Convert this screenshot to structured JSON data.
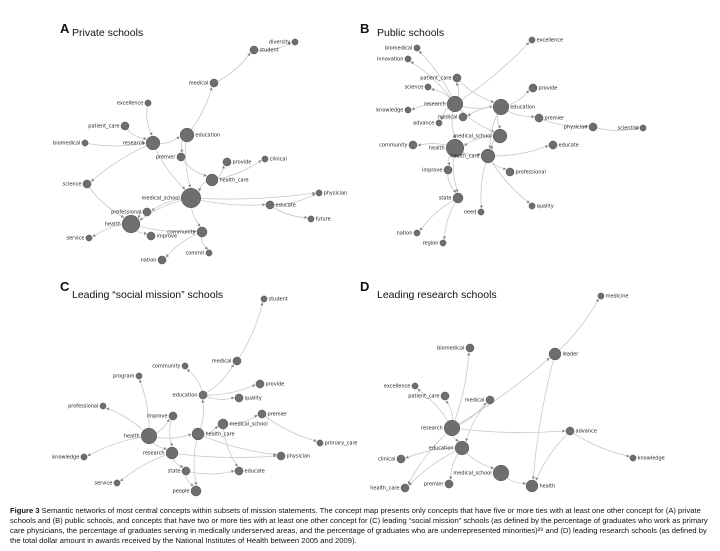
{
  "panels": [
    {
      "letter": "A",
      "title": "Private schools",
      "nodes": [
        {
          "label": "diversity",
          "size": 2
        },
        {
          "label": "student",
          "size": 3
        },
        {
          "label": "medical",
          "size": 3
        },
        {
          "label": "excellence",
          "size": 2
        },
        {
          "label": "patient_care",
          "size": 3
        },
        {
          "label": "research",
          "size": 6
        },
        {
          "label": "education",
          "size": 6
        },
        {
          "label": "biomedical",
          "size": 2
        },
        {
          "label": "premier",
          "size": 3
        },
        {
          "label": "provide",
          "size": 3
        },
        {
          "label": "clinical",
          "size": 2
        },
        {
          "label": "health_care",
          "size": 5
        },
        {
          "label": "science",
          "size": 3
        },
        {
          "label": "medical_school",
          "size": 9
        },
        {
          "label": "physician",
          "size": 2
        },
        {
          "label": "educate",
          "size": 3
        },
        {
          "label": "future",
          "size": 2
        },
        {
          "label": "professional",
          "size": 3
        },
        {
          "label": "health",
          "size": 8
        },
        {
          "label": "improve",
          "size": 3
        },
        {
          "label": "community",
          "size": 4
        },
        {
          "label": "service",
          "size": 2
        },
        {
          "label": "nation",
          "size": 3
        },
        {
          "label": "commit",
          "size": 2
        }
      ],
      "edges": [
        [
          "student",
          "diversity"
        ],
        [
          "medical",
          "student"
        ],
        [
          "education",
          "medical"
        ],
        [
          "excellence",
          "research"
        ],
        [
          "patient_care",
          "research"
        ],
        [
          "biomedical",
          "research"
        ],
        [
          "research",
          "education"
        ],
        [
          "education",
          "premier"
        ],
        [
          "premier",
          "health_care"
        ],
        [
          "health_care",
          "provide"
        ],
        [
          "health_care",
          "clinical"
        ],
        [
          "health_care",
          "medical_school"
        ],
        [
          "research",
          "medical_school"
        ],
        [
          "education",
          "medical_school"
        ],
        [
          "science",
          "health"
        ],
        [
          "research",
          "science"
        ],
        [
          "medical_school",
          "health"
        ],
        [
          "medical_school",
          "professional"
        ],
        [
          "medical_school",
          "educate"
        ],
        [
          "educate",
          "physician"
        ],
        [
          "educate",
          "future"
        ],
        [
          "medical_school",
          "community"
        ],
        [
          "health",
          "improve"
        ],
        [
          "health",
          "service"
        ],
        [
          "community",
          "nation"
        ],
        [
          "community",
          "commit"
        ],
        [
          "health",
          "community"
        ],
        [
          "professional",
          "health"
        ],
        [
          "medical_school",
          "physician"
        ]
      ]
    },
    {
      "letter": "B",
      "title": "Public schools",
      "nodes": [
        {
          "label": "excellence",
          "size": 2
        },
        {
          "label": "biomedical",
          "size": 2
        },
        {
          "label": "innovation",
          "size": 2
        },
        {
          "label": "science",
          "size": 2
        },
        {
          "label": "patient_care",
          "size": 3
        },
        {
          "label": "research",
          "size": 7
        },
        {
          "label": "education",
          "size": 7
        },
        {
          "label": "provide",
          "size": 3
        },
        {
          "label": "knowledge",
          "size": 2
        },
        {
          "label": "advance",
          "size": 2
        },
        {
          "label": "medical",
          "size": 3
        },
        {
          "label": "premier",
          "size": 3
        },
        {
          "label": "physician",
          "size": 3
        },
        {
          "label": "scientist",
          "size": 2
        },
        {
          "label": "medical_school",
          "size": 6
        },
        {
          "label": "community",
          "size": 3
        },
        {
          "label": "health",
          "size": 8
        },
        {
          "label": "health_care",
          "size": 6
        },
        {
          "label": "educate",
          "size": 3
        },
        {
          "label": "improve",
          "size": 3
        },
        {
          "label": "professional",
          "size": 3
        },
        {
          "label": "state",
          "size": 4
        },
        {
          "label": "need",
          "size": 2
        },
        {
          "label": "quality",
          "size": 2
        },
        {
          "label": "nation",
          "size": 2
        },
        {
          "label": "region",
          "size": 2
        }
      ],
      "edges": [
        [
          "research",
          "excellence"
        ],
        [
          "research",
          "biomedical"
        ],
        [
          "research",
          "innovation"
        ],
        [
          "research",
          "science"
        ],
        [
          "research",
          "patient_care"
        ],
        [
          "research",
          "education"
        ],
        [
          "education",
          "provide"
        ],
        [
          "research",
          "knowledge"
        ],
        [
          "research",
          "advance"
        ],
        [
          "education",
          "medical"
        ],
        [
          "education",
          "premier"
        ],
        [
          "premier",
          "physician"
        ],
        [
          "physician",
          "scientist"
        ],
        [
          "research",
          "medical_school"
        ],
        [
          "education",
          "medical_school"
        ],
        [
          "medical_school",
          "health"
        ],
        [
          "medical_school",
          "health_care"
        ],
        [
          "health",
          "community"
        ],
        [
          "health",
          "health_care"
        ],
        [
          "health_care",
          "educate"
        ],
        [
          "health_care",
          "professional"
        ],
        [
          "health",
          "improve"
        ],
        [
          "health",
          "state"
        ],
        [
          "state",
          "nation"
        ],
        [
          "state",
          "region"
        ],
        [
          "health_care",
          "need"
        ],
        [
          "health_care",
          "quality"
        ],
        [
          "research",
          "health"
        ],
        [
          "education",
          "health_care"
        ],
        [
          "improve",
          "state"
        ],
        [
          "patient_care",
          "education"
        ]
      ]
    },
    {
      "letter": "C",
      "title": "Leading “social mission” schools",
      "nodes": [
        {
          "label": "student",
          "size": 2
        },
        {
          "label": "medical",
          "size": 3
        },
        {
          "label": "community",
          "size": 2
        },
        {
          "label": "program",
          "size": 2
        },
        {
          "label": "provide",
          "size": 3
        },
        {
          "label": "education",
          "size": 3
        },
        {
          "label": "quality",
          "size": 3
        },
        {
          "label": "professional",
          "size": 2
        },
        {
          "label": "improve",
          "size": 3
        },
        {
          "label": "medical_school",
          "size": 4
        },
        {
          "label": "premier",
          "size": 3
        },
        {
          "label": "health",
          "size": 7
        },
        {
          "label": "health_care",
          "size": 5
        },
        {
          "label": "primary_care",
          "size": 2
        },
        {
          "label": "knowledge",
          "size": 2
        },
        {
          "label": "research",
          "size": 5
        },
        {
          "label": "physician",
          "size": 3
        },
        {
          "label": "service",
          "size": 2
        },
        {
          "label": "state",
          "size": 3
        },
        {
          "label": "educate",
          "size": 3
        },
        {
          "label": "people",
          "size": 4
        }
      ],
      "edges": [
        [
          "medical",
          "student"
        ],
        [
          "education",
          "medical"
        ],
        [
          "education",
          "community"
        ],
        [
          "health",
          "program"
        ],
        [
          "education",
          "provide"
        ],
        [
          "education",
          "quality"
        ],
        [
          "health",
          "professional"
        ],
        [
          "health",
          "improve"
        ],
        [
          "health_care",
          "medical_school"
        ],
        [
          "medical_school",
          "premier"
        ],
        [
          "health",
          "health_care"
        ],
        [
          "premier",
          "primary_care"
        ],
        [
          "health",
          "knowledge"
        ],
        [
          "health",
          "research"
        ],
        [
          "research",
          "physician"
        ],
        [
          "research",
          "service"
        ],
        [
          "research",
          "state"
        ],
        [
          "state",
          "educate"
        ],
        [
          "state",
          "people"
        ],
        [
          "health_care",
          "education"
        ],
        [
          "medical_school",
          "educate"
        ],
        [
          "health_care",
          "people"
        ],
        [
          "improve",
          "research"
        ],
        [
          "health_care",
          "physician"
        ]
      ]
    },
    {
      "letter": "D",
      "title": "Leading research schools",
      "nodes": [
        {
          "label": "medicine",
          "size": 2
        },
        {
          "label": "biomedical",
          "size": 3
        },
        {
          "label": "leader",
          "size": 5
        },
        {
          "label": "excellence",
          "size": 2
        },
        {
          "label": "patient_care",
          "size": 3
        },
        {
          "label": "medical",
          "size": 3
        },
        {
          "label": "research",
          "size": 7
        },
        {
          "label": "advance",
          "size": 3
        },
        {
          "label": "knowledge",
          "size": 2
        },
        {
          "label": "education",
          "size": 6
        },
        {
          "label": "clinical",
          "size": 3
        },
        {
          "label": "medical_school",
          "size": 7
        },
        {
          "label": "health_care",
          "size": 3
        },
        {
          "label": "premier",
          "size": 3
        },
        {
          "label": "health",
          "size": 5
        }
      ],
      "edges": [
        [
          "leader",
          "medicine"
        ],
        [
          "research",
          "biomedical"
        ],
        [
          "research",
          "leader"
        ],
        [
          "research",
          "excellence"
        ],
        [
          "research",
          "patient_care"
        ],
        [
          "research",
          "medical"
        ],
        [
          "research",
          "education"
        ],
        [
          "research",
          "advance"
        ],
        [
          "advance",
          "knowledge"
        ],
        [
          "education",
          "clinical"
        ],
        [
          "education",
          "medical_school"
        ],
        [
          "education",
          "health_care"
        ],
        [
          "education",
          "premier"
        ],
        [
          "medical_school",
          "health"
        ],
        [
          "leader",
          "health"
        ],
        [
          "research",
          "health_care"
        ],
        [
          "medical",
          "education"
        ],
        [
          "advance",
          "health"
        ]
      ]
    }
  ],
  "caption": {
    "label": "Figure 3",
    "text": "Semantic networks of most central concepts within subsets of mission statements. The concept map presents only concepts that have five or more ties with at least one other concept for (A) private schools and (B) public schools, and concepts that have two or more ties with at least one other concept for (C) leading “social mission” schools (as defined by the percentage of graduates who work as primary care physicians, the percentage of graduates serving in medically underserved areas, and the percentage of graduates who are underrepresented minorities)²⁹ and (D) leading research schools (as defined by the total dollar amount in awards received by the National Institutes of Health between 2005 and 2009)."
  }
}
